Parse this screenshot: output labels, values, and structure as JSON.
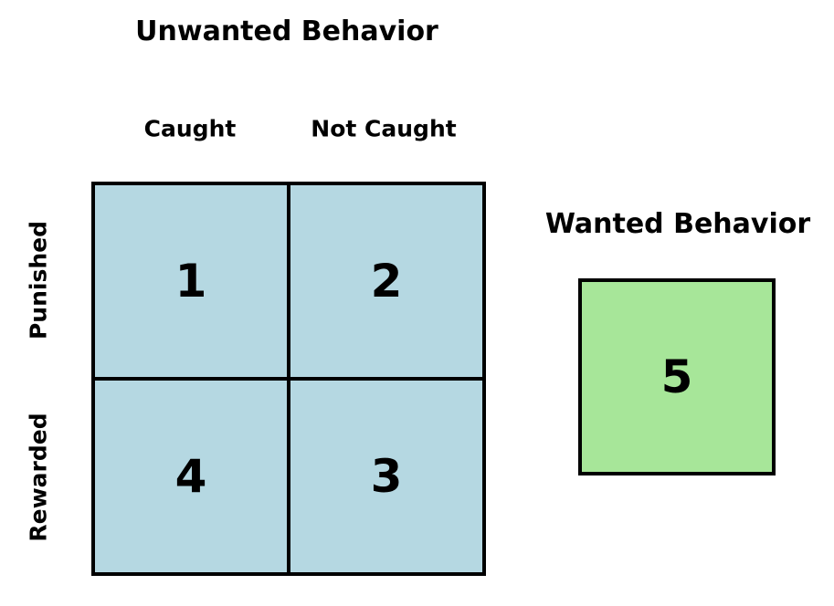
{
  "unwanted": {
    "title": "Unwanted Behavior",
    "columns": [
      "Caught",
      "Not Caught"
    ],
    "rows": [
      "Punished",
      "Rewarded"
    ],
    "cells": [
      [
        "1",
        "2"
      ],
      [
        "4",
        "3"
      ]
    ]
  },
  "wanted": {
    "title": "Wanted Behavior",
    "cell": "5"
  },
  "colors": {
    "unwanted_fill": "#b5d8e2",
    "wanted_fill": "#a7e699",
    "border": "#000000",
    "text": "#000000"
  }
}
